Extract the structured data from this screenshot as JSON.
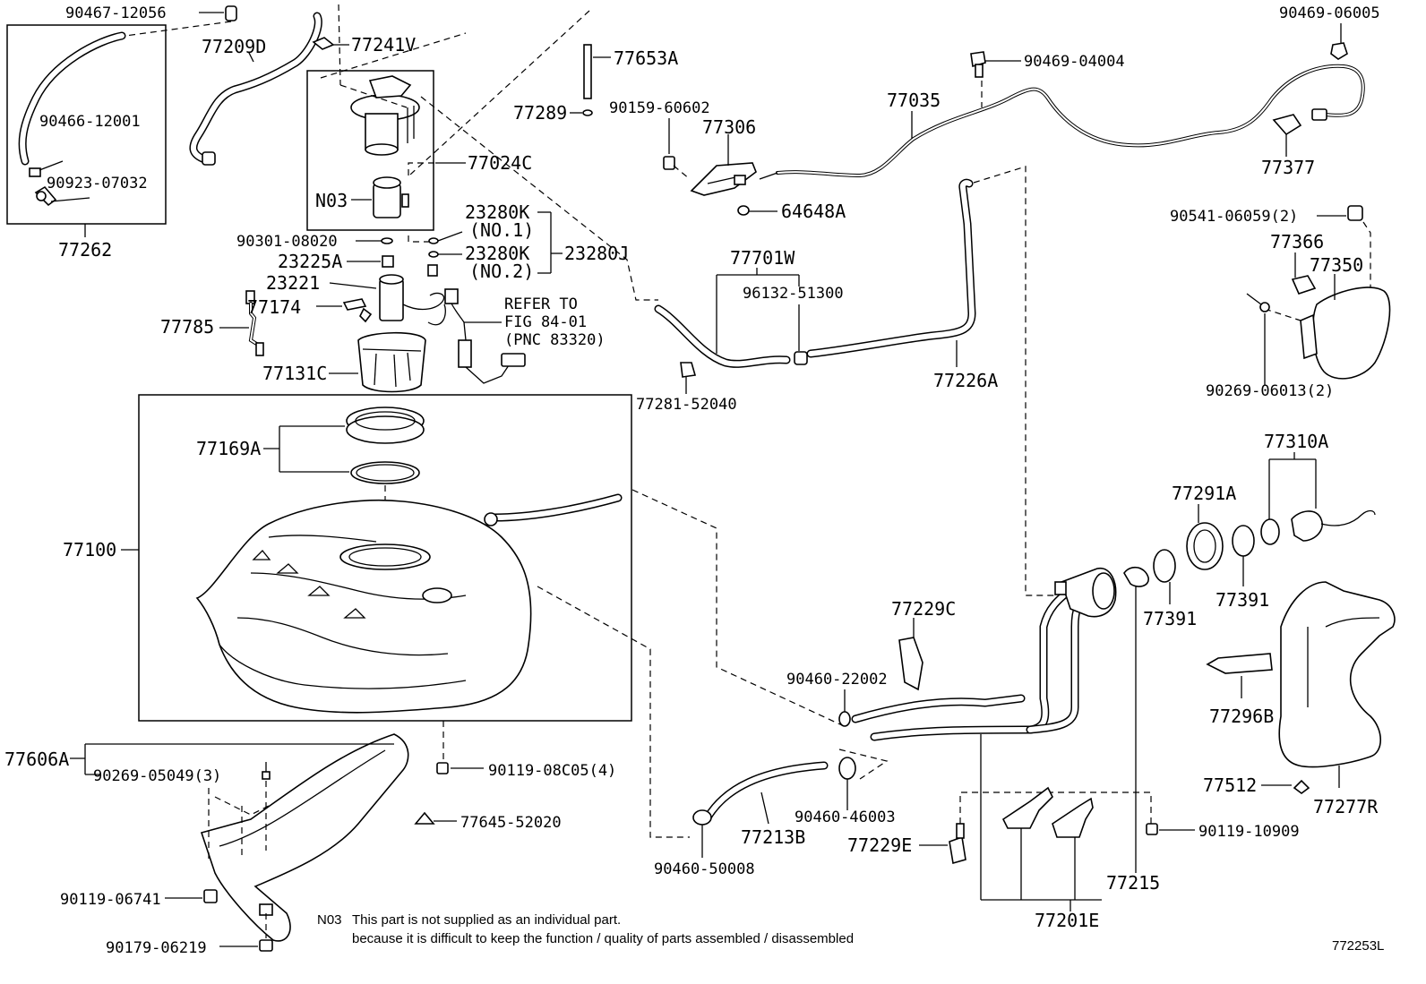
{
  "diagram": {
    "id": "772253L",
    "note": {
      "code": "N03",
      "line1": "This part is not supplied as an individual part.",
      "line2": "because it is difficult to keep the function / quality of parts assembled / disassembled"
    },
    "labels": {
      "p90467_12056": "90467-12056",
      "p77209D": "77209D",
      "p77241V": "77241V",
      "p77653A": "77653A",
      "p90469_06005": "90469-06005",
      "p90469_04004": "90469-04004",
      "p77035": "77035",
      "p90466_12001": "90466-12001",
      "p90923_07032": "90923-07032",
      "p77262": "77262",
      "p77289": "77289",
      "p90159_60602": "90159-60602",
      "p77306": "77306",
      "p77024C": "77024C",
      "p77377": "77377",
      "pN03": "N03",
      "p64648A": "64648A",
      "p23280K_1": "23280K",
      "p23280K_1b": "(NO.1)",
      "p23280K_2": "23280K",
      "p23280K_2b": "(NO.2)",
      "p23280J": "23280J",
      "p90301_08020": "90301-08020",
      "p23225A": "23225A",
      "p90541_06059": "90541-06059(2)",
      "p77366": "77366",
      "p77350": "77350",
      "p77701W": "77701W",
      "p96132_51300": "96132-51300",
      "p23221": "23221",
      "p77174": "77174",
      "p77785": "77785",
      "refer1": "REFER TO",
      "refer2": "FIG 84-01",
      "refer3": "(PNC 83320)",
      "p77131C": "77131C",
      "p77281_52040": "77281-52040",
      "p77226A": "77226A",
      "p90269_06013": "90269-06013(2)",
      "p77169A": "77169A",
      "p77310A": "77310A",
      "p77291A": "77291A",
      "p77100": "77100",
      "p77391a": "77391",
      "p77391b": "77391",
      "p77229C": "77229C",
      "p90460_22002": "90460-22002",
      "p77296B": "77296B",
      "p77606A": "77606A",
      "p90269_05049": "90269-05049(3)",
      "p90119_08C05": "90119-08C05(4)",
      "p77512": "77512",
      "p77277R": "77277R",
      "p90460_46003": "90460-46003",
      "p77645_52020": "77645-52020",
      "p77213B": "77213B",
      "p77229E": "77229E",
      "p90119_10909": "90119-10909",
      "p90460_50008": "90460-50008",
      "p90119_06741": "90119-06741",
      "p77215": "77215",
      "p77201E": "77201E",
      "p90179_06219": "90179-06219"
    }
  }
}
